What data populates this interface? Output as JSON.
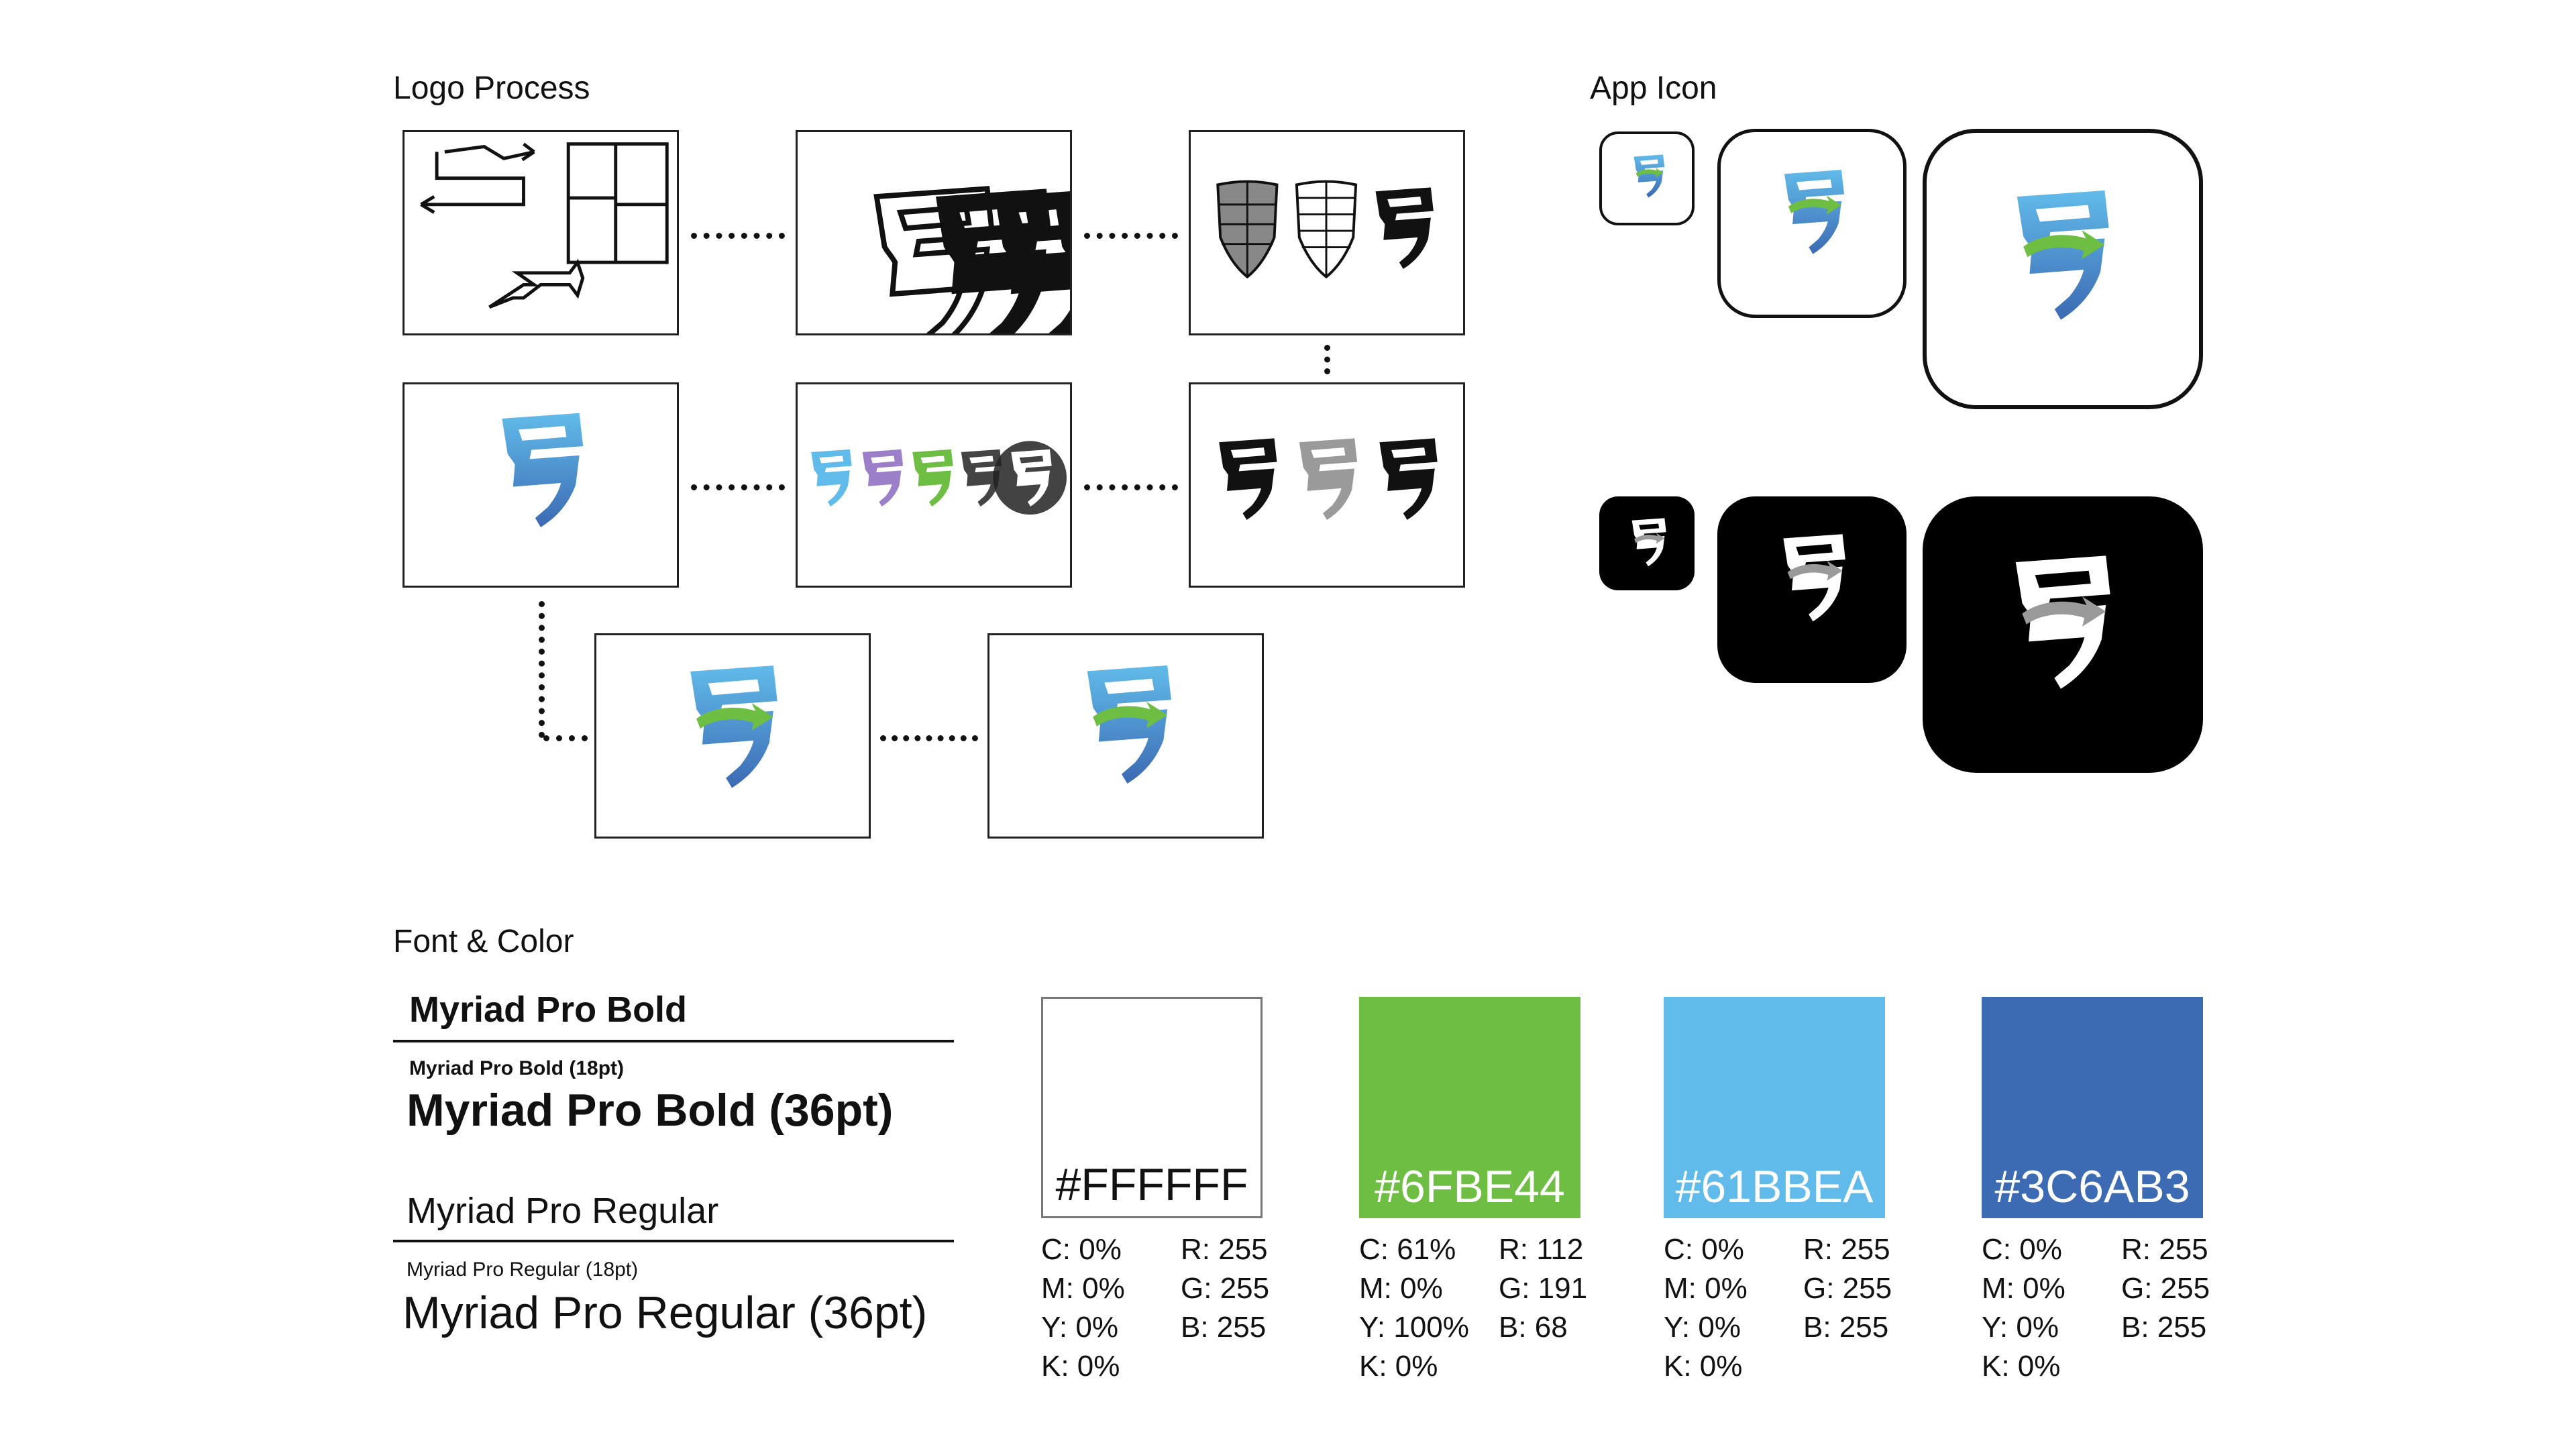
{
  "sections": {
    "logo_process": "Logo Process",
    "app_icon": "App Icon",
    "font_color": "Font  & Color"
  },
  "fonts": {
    "bold_heading": "Myriad Pro Bold",
    "bold_18": "Myriad Pro Bold (18pt)",
    "bold_36": "Myriad Pro Bold (36pt)",
    "regular_heading": "Myriad Pro Regular",
    "regular_18": "Myriad Pro Regular (18pt)",
    "regular_36": "Myriad Pro Regular (36pt)"
  },
  "swatches": [
    {
      "hex": "#FFFFFF",
      "fill": "#FFFFFF",
      "text_color": "#111111",
      "cmyk": [
        "C: 0%",
        "M: 0%",
        "Y: 0%",
        "K: 0%"
      ],
      "rgb": [
        "R: 255",
        "G: 255",
        "B: 255"
      ]
    },
    {
      "hex": "#6FBE44",
      "fill": "#6FBE44",
      "text_color": "#FFFFFF",
      "cmyk": [
        "C: 61%",
        "M: 0%",
        "Y: 100%",
        "K: 0%"
      ],
      "rgb": [
        "R: 112",
        "G: 191",
        "B: 68"
      ]
    },
    {
      "hex": "#61BBEA",
      "fill": "#61BBEA",
      "text_color": "#FFFFFF",
      "cmyk": [
        "C: 0%",
        "M: 0%",
        "Y: 0%",
        "K: 0%"
      ],
      "rgb": [
        "R: 255",
        "G: 255",
        "B: 255"
      ]
    },
    {
      "hex": "#3C6AB3",
      "fill": "#3C6AB3",
      "text_color": "#FFFFFF",
      "cmyk": [
        "C: 0%",
        "M: 0%",
        "Y: 0%",
        "K: 0%"
      ],
      "rgb": [
        "R: 255",
        "G: 255",
        "B: 255"
      ]
    }
  ],
  "colors": {
    "blue_light": "#61BBEA",
    "blue_dark": "#3C6AB3",
    "green": "#6FBE44",
    "purple": "#9B7FC9",
    "gray": "#9A9A9A",
    "black": "#000000"
  },
  "icons": [
    "sketch-arrows-icon",
    "shield-s-logo-icon",
    "shield-s-arrow-logo-icon"
  ]
}
